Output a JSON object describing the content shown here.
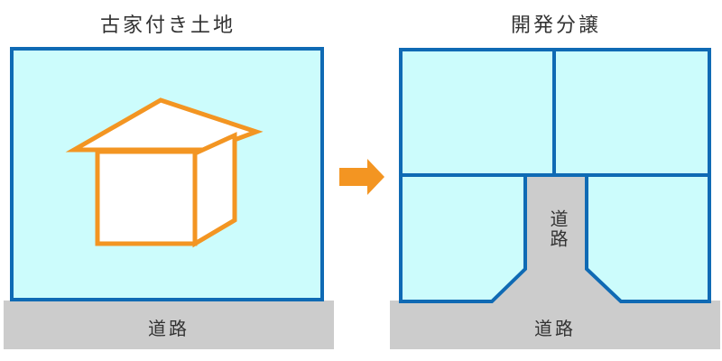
{
  "left_panel": {
    "title": "古家付き土地",
    "road_label": "道路"
  },
  "right_panel": {
    "title": "開発分譲",
    "private_road_label": "道路",
    "road_label": "道路"
  },
  "colors": {
    "lot_fill": "#ccfcfc",
    "lot_border": "#0f6ab4",
    "house_stroke": "#f39522",
    "road_fill": "#cccccc",
    "arrow": "#f39522"
  }
}
